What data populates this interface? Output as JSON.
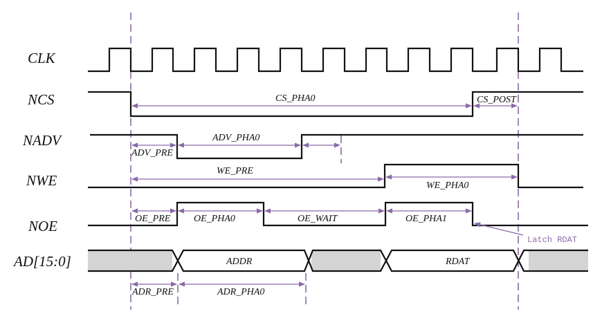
{
  "signals": {
    "clk": "CLK",
    "ncs": "NCS",
    "nadv": "NADV",
    "nwe": "NWE",
    "noe": "NOE",
    "ad": "AD[15:0]"
  },
  "bus_values": {
    "addr": "ADDR",
    "rdat": "RDAT"
  },
  "intervals": {
    "cs_pha0": "CS_PHA0",
    "cs_post": "CS_POST",
    "adv_pre": "ADV_PRE",
    "adv_pha0": "ADV_PHA0",
    "we_pre": "WE_PRE",
    "we_pha0": "WE_PHA0",
    "oe_pre": "OE_PRE",
    "oe_pha0": "OE_PHA0",
    "oe_wait": "OE_WAIT",
    "oe_pha1": "OE_PHA1",
    "adr_pre": "ADR_PRE",
    "adr_pha0": "ADR_PHA0"
  },
  "annotations": {
    "latch": "Latch RDAT"
  },
  "colors": {
    "line": "#111111",
    "annotation": "#8a6aa8",
    "bus_idle_fill": "#d4d4d4"
  }
}
